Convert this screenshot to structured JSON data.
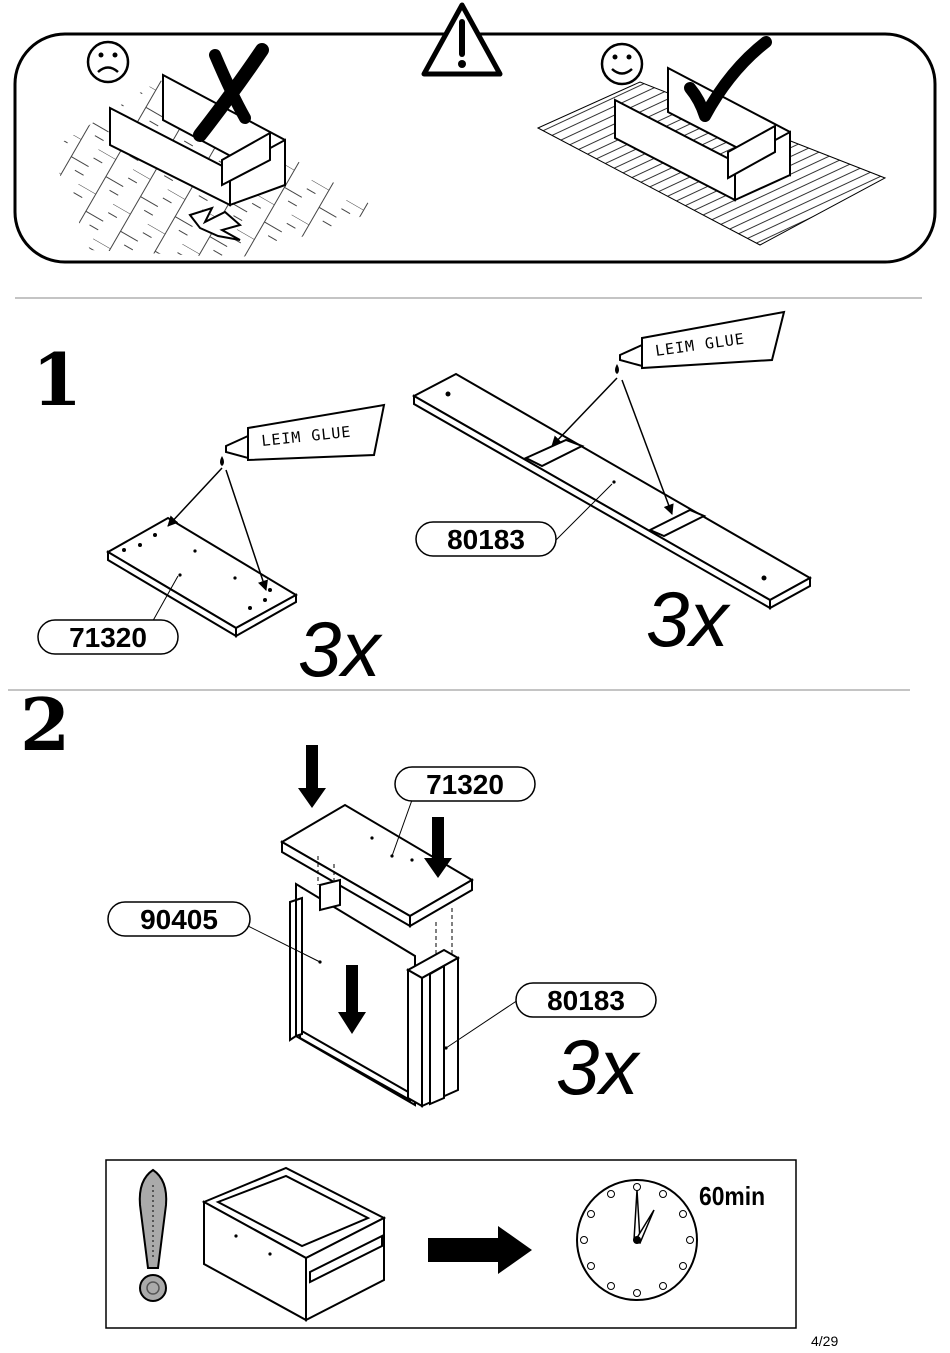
{
  "step1": {
    "number": "1",
    "glue_label": "LEIM GLUE",
    "left": {
      "part": "71320",
      "qty": "3x"
    },
    "right": {
      "part": "80183",
      "qty": "3x"
    }
  },
  "step2": {
    "number": "2",
    "parts": {
      "top": "71320",
      "front": "90405",
      "side": "80183"
    },
    "qty": "3x"
  },
  "note": {
    "wait": "60min"
  },
  "page": "4/29",
  "icons": [
    "warning-icon",
    "sad-face-icon",
    "happy-face-icon",
    "cross-mark-icon",
    "check-mark-icon",
    "exclamation-icon",
    "arrow-right-icon",
    "clock-icon"
  ]
}
